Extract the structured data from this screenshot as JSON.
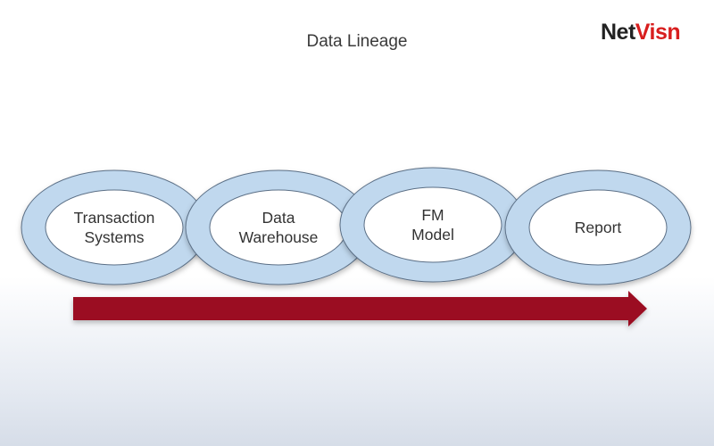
{
  "title": "Data Lineage",
  "logo": {
    "part1": "Net",
    "part2": "Visn",
    "colors": {
      "part1": "#222222",
      "part2": "#d81e1e"
    }
  },
  "diagram": {
    "type": "chained-ring-flow",
    "ring_fill": "#c0d8ee",
    "ring_stroke": "#5b6f86",
    "arrow_color": "#9b0a22",
    "arrow_direction": "left-to-right",
    "stages": [
      {
        "line1": "Transaction",
        "line2": "Systems"
      },
      {
        "line1": "Data",
        "line2": "Warehouse"
      },
      {
        "line1": "FM",
        "line2": "Model"
      },
      {
        "line1": "Report",
        "line2": ""
      }
    ]
  }
}
